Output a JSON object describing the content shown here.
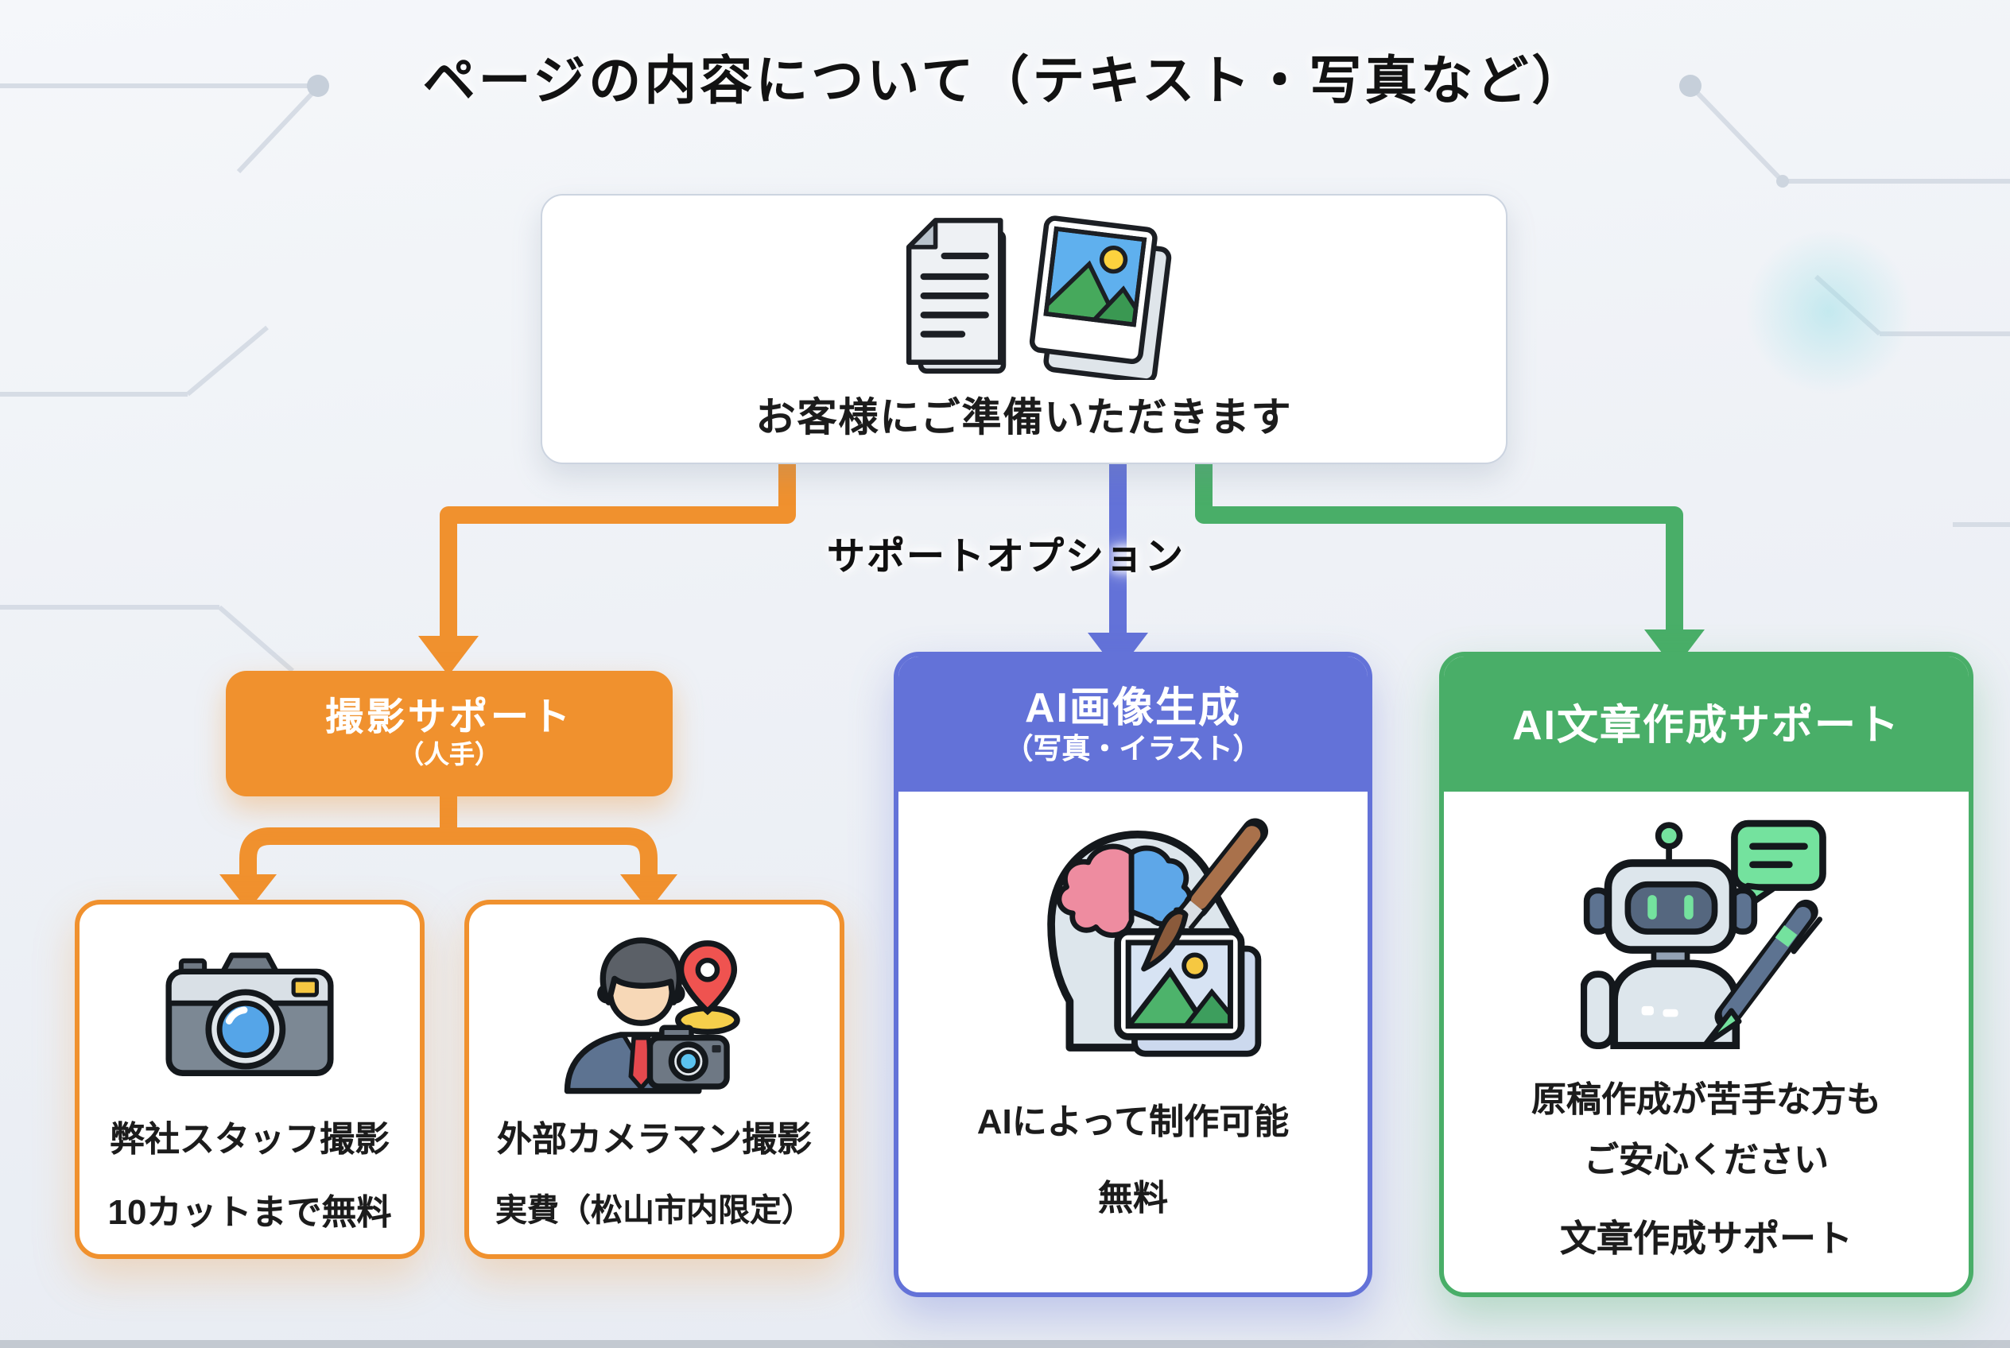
{
  "title": "ページの内容について（テキスト・写真など）",
  "top_box": {
    "label": "お客様にご準備いただきます"
  },
  "support_option_label": "サポートオプション",
  "colors": {
    "orange": "#F0912E",
    "blue": "#6372D8",
    "green": "#49AE68",
    "background": "#EDF0F6"
  },
  "icons": {
    "top_box": "document-and-photos-icon",
    "staff_shoot": "camera-icon",
    "external_shoot": "photographer-with-location-pin-icon",
    "ai_image": "head-brain-paintbrush-picture-icon",
    "ai_text": "robot-with-speech-bubble-and-pen-icon"
  },
  "branches": {
    "shoot": {
      "title": "撮影サポート",
      "subtitle": "（人手）",
      "children": [
        {
          "line1": "弊社スタッフ撮影",
          "line2": "10カットまで無料"
        },
        {
          "line1": "外部カメラマン撮影",
          "line2": "実費（松山市内限定）"
        }
      ]
    },
    "ai_image": {
      "title": "AI画像生成",
      "subtitle": "（写真・イラスト）",
      "line1": "AIによって制作可能",
      "line2": "無料"
    },
    "ai_text": {
      "title": "AI文章作成サポート",
      "line1": "原稿作成が苦手な方も",
      "line2": "ご安心ください",
      "line3": "文章作成サポート"
    }
  }
}
